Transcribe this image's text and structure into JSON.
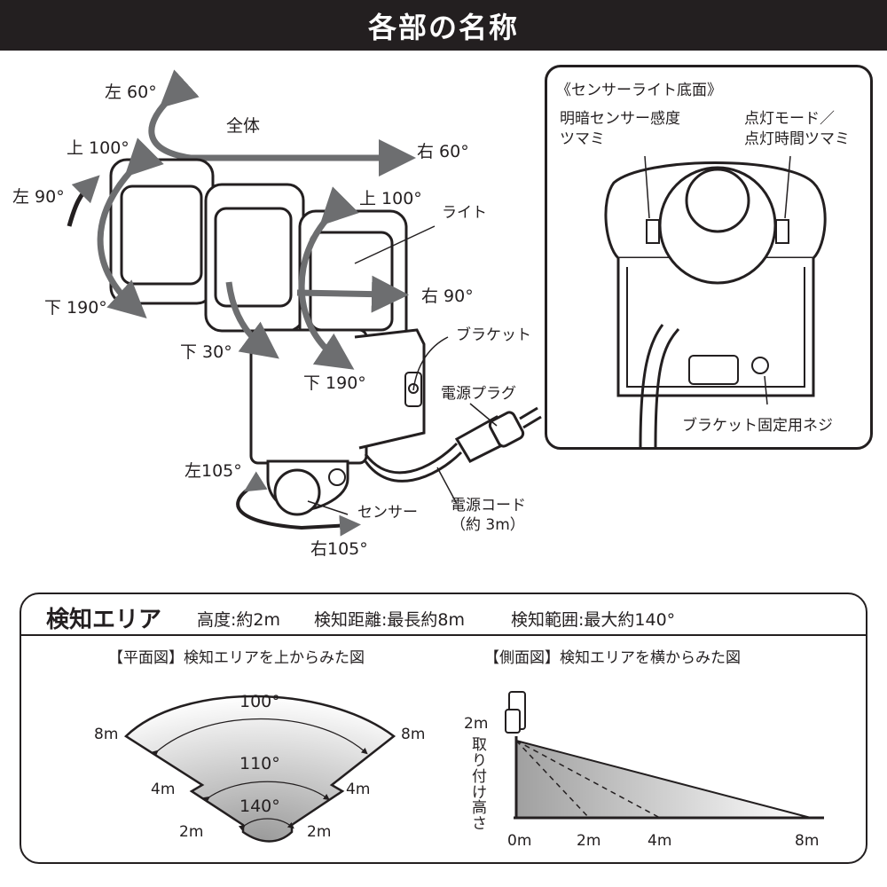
{
  "header": {
    "title": "各部の名称"
  },
  "main_diagram": {
    "rotations": {
      "whole_left": "左 60°",
      "whole_label": "全体",
      "whole_right": "右 60°",
      "left_up": "上 100°",
      "left_left": "左 90°",
      "left_down": "下 190°",
      "center_down": "下 30°",
      "right_up": "上 100°",
      "right_right": "右 90°",
      "right_down": "下 190°",
      "sensor_left": "左105°",
      "sensor_right": "右105°"
    },
    "parts": {
      "light": "ライト",
      "bracket": "ブラケット",
      "plug": "電源プラグ",
      "cord": "電源コード",
      "cord_note": "（約 3m）",
      "sensor": "センサー"
    }
  },
  "bottom_panel": {
    "title": "《センサーライト底面》",
    "knob_left_line1": "明暗センサー感度",
    "knob_left_line2": "ツマミ",
    "knob_right_line1": "点灯モード／",
    "knob_right_line2": "点灯時間ツマミ",
    "screw": "ブラケット固定用ネジ"
  },
  "detection": {
    "title": "検知エリア",
    "height": "高度:約2m",
    "distance": "検知距離:最長約8m",
    "range": "検知範囲:最大約140°",
    "plan_title": "【平面図】検知エリアを上からみた図",
    "side_title": "【側面図】検知エリアを横からみた図",
    "plan": {
      "angle_outer": "100°",
      "angle_mid": "110°",
      "angle_inner": "140°",
      "dist_8m_left": "8m",
      "dist_8m_right": "8m",
      "dist_4m_left": "4m",
      "dist_4m_right": "4m",
      "dist_2m_left": "2m",
      "dist_2m_right": "2m"
    },
    "side": {
      "mount_height": "2m",
      "mount_label": "取り付け高さ",
      "ticks": [
        "0m",
        "2m",
        "4m",
        "8m"
      ]
    }
  }
}
